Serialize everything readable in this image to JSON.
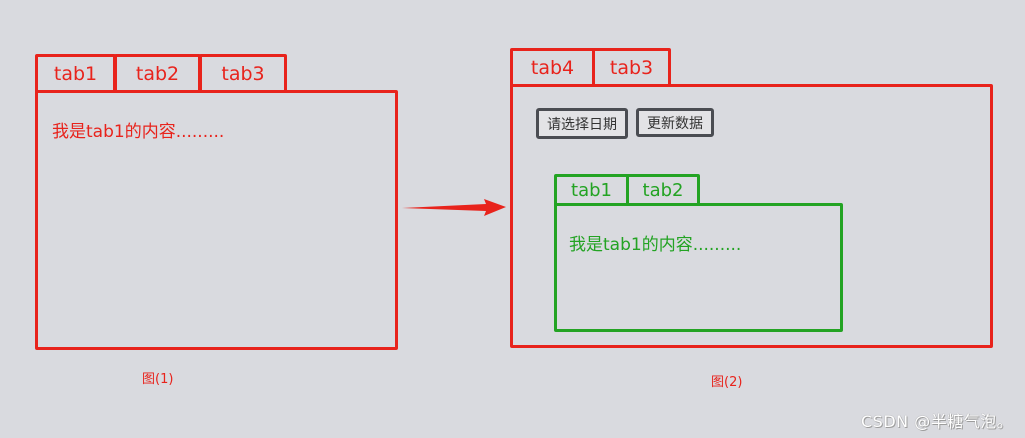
{
  "figure1": {
    "tabs": [
      {
        "label": "tab1"
      },
      {
        "label": "tab2"
      },
      {
        "label": "tab3"
      }
    ],
    "content": "我是tab1的内容.........",
    "caption": "图(1)",
    "color": "#e8231c"
  },
  "figure2": {
    "tabs": [
      {
        "label": "tab4"
      },
      {
        "label": "tab3"
      }
    ],
    "buttons": {
      "select_date": "请选择日期",
      "update_data": "更新数据"
    },
    "inner": {
      "tabs": [
        {
          "label": "tab1"
        },
        {
          "label": "tab2"
        }
      ],
      "content": "我是tab1的内容.........",
      "color": "#23a323"
    },
    "caption": "图(2)",
    "color": "#e8231c"
  },
  "arrow": {
    "color": "#e8231c",
    "direction": "right"
  },
  "watermark": "CSDN @半糖气泡。"
}
